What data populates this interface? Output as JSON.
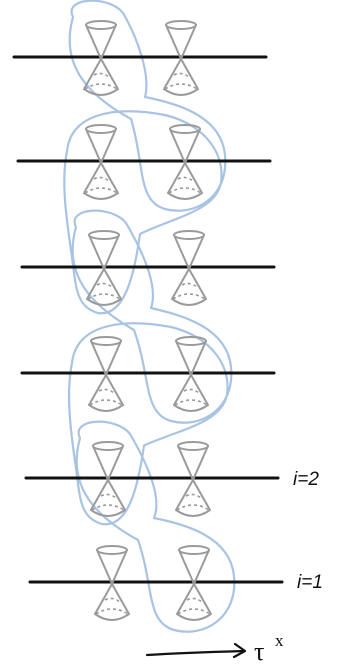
{
  "labels": {
    "row_i2": "i=2",
    "row_i1": "i=1"
  },
  "axis": {
    "symbol": "τ",
    "superscript": "x"
  },
  "colors": {
    "lines": "#111111",
    "cones": "#9a9a9a",
    "encirclements": "#a9c3e3"
  },
  "structure": {
    "rows": 6,
    "cones_per_row": 2
  }
}
